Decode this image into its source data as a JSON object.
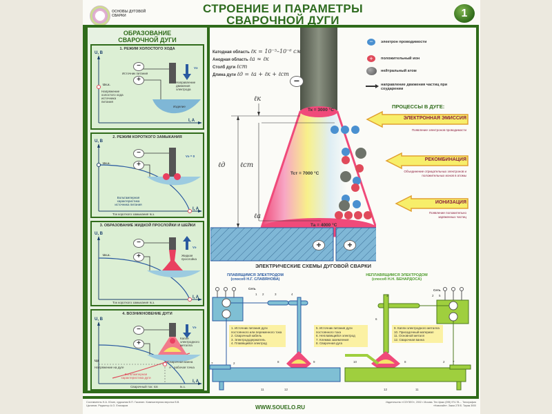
{
  "header": {
    "logo_text": "ОСНОВЫ ДУГОВОЙ СВАРКИ",
    "title_line1": "СТРОЕНИЕ И ПАРАМЕТРЫ",
    "title_line2": "СВАРОЧНОЙ ДУГИ",
    "sheet_number": "1"
  },
  "left_column": {
    "title_line1": "ОБРАЗОВАНИЕ",
    "title_line2": "СВАРОЧНОЙ ДУГИ",
    "panels": [
      {
        "title": "1. РЕЖИМ ХОЛОСТОГО ХОДА",
        "y_axis": "U, B",
        "x_axis": "I, A",
        "point_label": "Uх.х.",
        "notes": [
          "Источник питания",
          "Напряжение холостого хода источника питания",
          "Направление движения электрода",
          "Изделие"
        ],
        "velocity": "Vэ"
      },
      {
        "title": "2. РЕЖИМ КОРОТКОГО ЗАМЫКАНИЯ",
        "y_axis": "U, B",
        "x_axis": "I, A",
        "point_label": "Uх.х.",
        "velocity": "Vэ = 0",
        "curve_label": "Вольтамперная характеристика источника питания",
        "bottom_label": "Ток короткого замыкания Iк.з."
      },
      {
        "title": "3. ОБРАЗОВАНИЕ ЖИДКОЙ ПРОСЛОЙКИ И ШЕЙКИ",
        "y_axis": "U, B",
        "x_axis": "I, A",
        "point_label": "Uх.х.",
        "velocity": "Vэ",
        "layer_label": "Жидкая прослойка",
        "bottom_label": "Ток короткого замыкания Iк.з."
      },
      {
        "title": "4. ВОЗНИКНОВЕНИЕ ДУГИ",
        "y_axis": "U, B",
        "x_axis": "I, A",
        "velocity": "Vэ",
        "drop_label": "Капля электродного металла",
        "pool_label": "Сварочная ванна",
        "ud_label": "Uд",
        "voltage_label": "Напряжение на дуге",
        "point_label": "А - рабочая точка",
        "curve_label": "Вольтамперная характеристика дуги",
        "bottom_label": "Сварочный ток: Iсв",
        "ikz_label": "Iк.з."
      }
    ]
  },
  "formulas": [
    {
      "label": "Катодная область",
      "expr": "ℓк = 10⁻⁵–10⁻⁶ см"
    },
    {
      "label": "Анодная область",
      "expr": "ℓа ≈ ℓк"
    },
    {
      "label": "Столб дуги",
      "expr": "ℓст"
    },
    {
      "label": "Длина дуги",
      "expr": "ℓд = ℓа + ℓк + ℓст"
    }
  ],
  "legend": [
    {
      "icon": "electron-icon",
      "label": "электрон проводимости"
    },
    {
      "icon": "positive-ion-icon",
      "label": "положительный ион"
    },
    {
      "icon": "neutral-atom-icon",
      "label": "нейтральный атом"
    },
    {
      "icon": "arrow-icon",
      "label": "направление движения частиц при соударении"
    }
  ],
  "arc": {
    "cathode_temp": "Тк = 3000 °С",
    "column_temp": "Тст = 7000 °С",
    "anode_temp": "Та = 4000 °С",
    "dim_lk": "ℓк",
    "dim_ld": "ℓд",
    "dim_lst": "ℓст",
    "dim_la": "ℓа",
    "electrode_sign": "−",
    "workpiece_sign": "+"
  },
  "processes": {
    "title": "ПРОЦЕССЫ В ДУГЕ:",
    "items": [
      {
        "label": "ЭЛЕКТРОННАЯ ЭМИССИЯ",
        "desc": "Появление электронов проводимости"
      },
      {
        "label": "РЕКОМБИНАЦИЯ",
        "desc": "Объединение отрицательных электронов и положительных ионов в атомы"
      },
      {
        "label": "ИОНИЗАЦИЯ",
        "desc": "Появление положительно заряженных частиц"
      }
    ]
  },
  "schemes": {
    "title": "ЭЛЕКТРИЧЕСКИЕ СХЕМЫ ДУГОВОЙ СВАРКИ",
    "left": {
      "title": "ПЛАВЯЩИМСЯ ЭЛЕКТРОДОМ",
      "subtitle": "(способ Н.Г. СЛАВЯНОВА)",
      "mains": "Сеть",
      "notes": [
        "1. Источник питания дуги постоянного или переменного тока",
        "2. Сварочный кабель",
        "3. Электрододержатель",
        "4. Плавящийся электрод"
      ]
    },
    "right": {
      "title": "НЕПЛАВЯЩИМСЯ ЭЛЕКТРОДОМ",
      "subtitle": "(способ Н.Н. БЕНАРДОСА)",
      "mains": "Сеть",
      "notes": [
        "9. Капли электродного металла",
        "10. Присадочный материал",
        "11. Основной металл",
        "12. Сварочная ванна"
      ]
    },
    "middle_notes": [
      "5. Источник питания дуги постоянного тока",
      "6. Неплавящийся электрод",
      "7. Клемма заземления",
      "8. Сварочная дуга"
    ],
    "left_numbers": [
      "1",
      "2",
      "3",
      "4",
      "7",
      "2",
      "8",
      "9",
      "11",
      "12"
    ],
    "right_numbers": [
      "5",
      "2",
      "3",
      "6",
      "10",
      "8",
      "2",
      "7",
      "12",
      "11"
    ]
  },
  "footer": {
    "url": "WWW.SOUELO.RU",
    "credits": "Составитель Н.А. Юхин, художник В.П. Гасилин. Компьютерная верстка В.В. Цыганов. Редактор А.О. Елизаров",
    "publisher": "Издательство «СОУЭЛО», 2002 г. Москва. Тел./факс (095) 974-78-... Типография «Новолайн». Заказ 278 Б. Тираж 3000"
  },
  "colors": {
    "frame_green": "#2f6b1a",
    "panel_bg": "#dcefd4",
    "arc_pink": "#f04a7a",
    "metal_blue": "#7fb7d6",
    "scheme_green": "#9fcf3e",
    "process_arrow": "#f7ee6a"
  }
}
